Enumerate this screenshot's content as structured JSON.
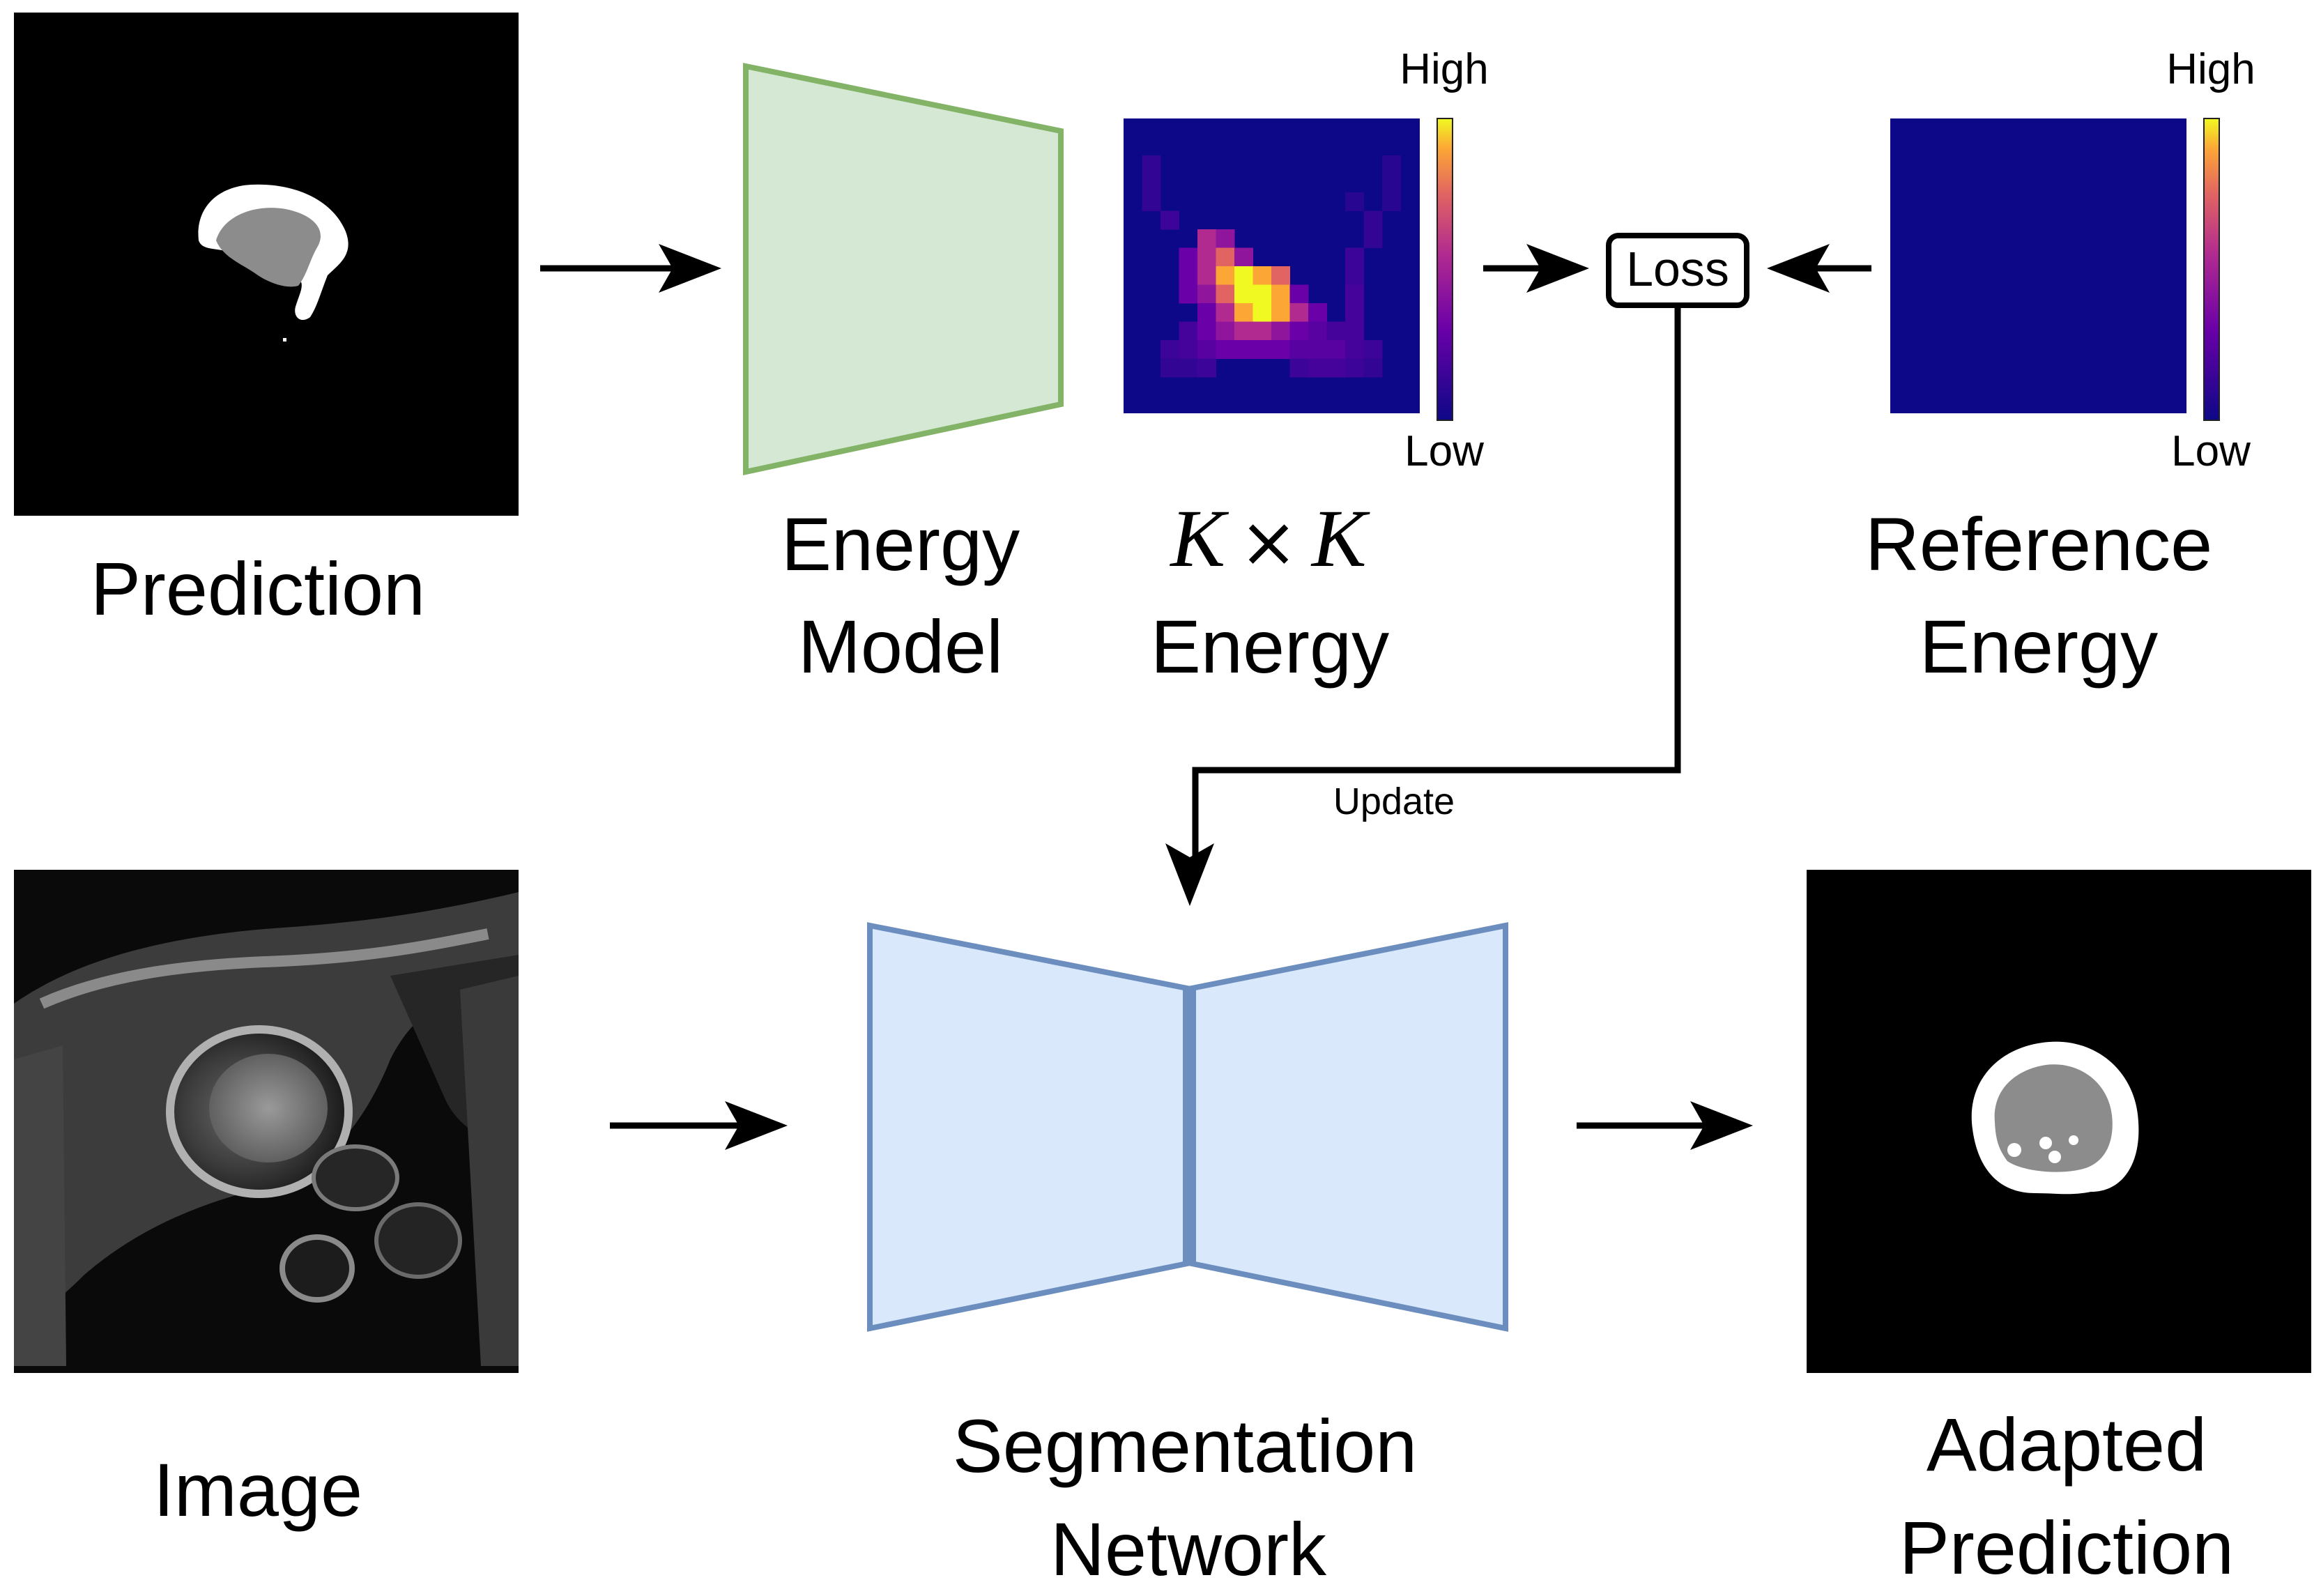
{
  "labels": {
    "prediction": "Prediction",
    "energy_model_l1": "Energy",
    "energy_model_l2": "Model",
    "kk_k1": "K",
    "kk_times": "×",
    "kk_k2": "K",
    "kk_energy": "Energy",
    "reference_l1": "Reference",
    "reference_l2": "Energy",
    "loss": "Loss",
    "update": "Update",
    "image": "Image",
    "segnet_l1": "Segmentation",
    "segnet_l2": "Network",
    "adapted_l1": "Adapted",
    "adapted_l2": "Prediction",
    "colorbar_high_1": "High",
    "colorbar_low_1": "Low",
    "colorbar_high_2": "High",
    "colorbar_low_2": "Low"
  },
  "colors": {
    "energy_model_fill": "#d5e8d4",
    "energy_model_stroke": "#82b366",
    "segnet_fill": "#dae8fc",
    "segnet_stroke": "#6c8ebf",
    "heatmap_background": "#0d0887",
    "colormap": [
      "#0d0887",
      "#6a00a8",
      "#b12a90",
      "#e16462",
      "#fca636",
      "#f0f921"
    ]
  }
}
